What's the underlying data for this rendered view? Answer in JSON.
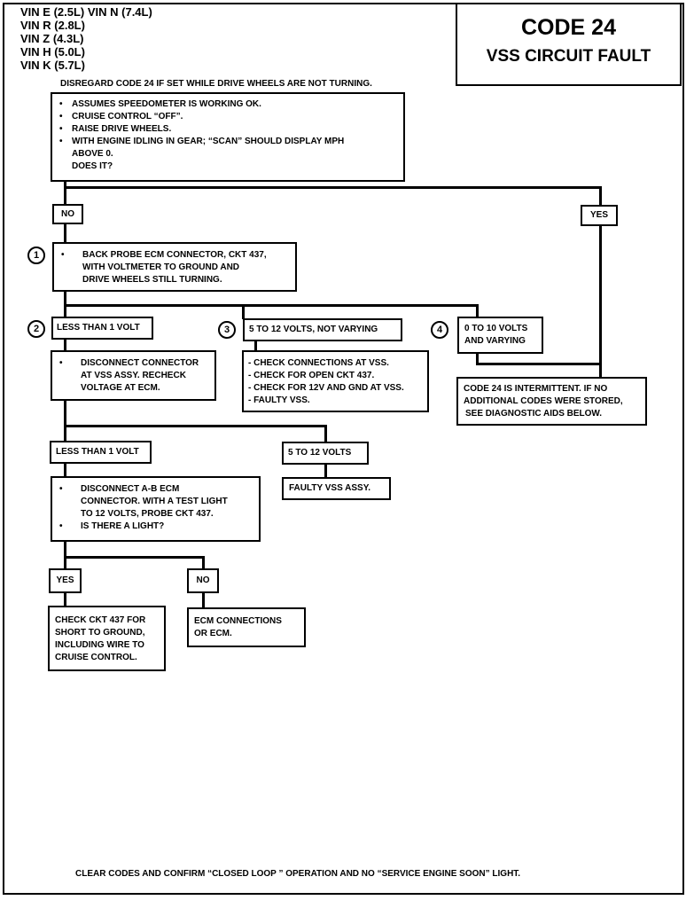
{
  "vin_list": [
    "VIN E (2.5L)  VIN N (7.4L)",
    "VIN R (2.8L)",
    "VIN Z (4.3L)",
    "VIN H (5.0L)",
    "VIN K (5.7L)"
  ],
  "title": {
    "code": "CODE 24",
    "subtitle": "VSS CIRCUIT FAULT"
  },
  "disregard_note": "DISREGARD CODE 24 IF SET WHILE DRIVE WHEELS ARE NOT TURNING.",
  "bullet": "•",
  "initial_check": {
    "line1": "ASSUMES SPEEDOMETER IS WORKING OK.",
    "line2": "CRUISE CONTROL “OFF”.",
    "line3": "RAISE DRIVE WHEELS.",
    "line4": "WITH ENGINE IDLING IN GEAR; “SCAN” SHOULD DISPLAY MPH",
    "line5": "ABOVE 0.",
    "line6": "DOES IT?"
  },
  "answers": {
    "no": "NO",
    "yes": "YES"
  },
  "step1": {
    "number": "1",
    "line1": "BACK PROBE ECM CONNECTOR, CKT 437,",
    "line2": "WITH VOLTMETER TO GROUND AND",
    "line3": "DRIVE WHEELS STILL TURNING."
  },
  "results": {
    "r2": {
      "number": "2",
      "label": "LESS THAN 1 VOLT"
    },
    "r3": {
      "number": "3",
      "label": "5 TO 12 VOLTS, NOT VARYING"
    },
    "r4": {
      "number": "4",
      "line1": "0 TO 10 VOLTS",
      "line2": "AND VARYING"
    }
  },
  "disconnect_vss": {
    "line1": "DISCONNECT CONNECTOR",
    "line2": "AT VSS ASSY.  RECHECK",
    "line3": "VOLTAGE AT ECM."
  },
  "check_vss": {
    "line1": "- CHECK CONNECTIONS AT VSS.",
    "line2": "- CHECK FOR OPEN CKT 437.",
    "line3": "- CHECK FOR 12V AND GND AT VSS.",
    "line4": "- FAULTY VSS."
  },
  "intermittent": {
    "line1": "CODE 24 IS INTERMITTENT.  IF NO",
    "line2": "ADDITIONAL CODES WERE STORED,",
    "line3": "SEE DIAGNOSTIC AIDS BELOW."
  },
  "second_results": {
    "less": "LESS THAN 1 VOLT",
    "more": "5 TO 12 VOLTS"
  },
  "faulty_vss": "FAULTY VSS ASSY.",
  "disconnect_ab": {
    "line1": "DISCONNECT A-B ECM",
    "line2": "CONNECTOR.  WITH A TEST LIGHT",
    "line3": "TO 12 VOLTS, PROBE CKT 437.",
    "line4": "IS THERE A LIGHT?"
  },
  "light_answers": {
    "yes": "YES",
    "no": "NO"
  },
  "check_short": {
    "line1": "CHECK CKT 437 FOR",
    "line2": "SHORT TO GROUND,",
    "line3": "INCLUDING WIRE TO",
    "line4": "CRUISE CONTROL."
  },
  "ecm_connections": {
    "line1": "ECM CONNECTIONS",
    "line2": "OR ECM."
  },
  "footer": "CLEAR CODES AND CONFIRM “CLOSED LOOP ” OPERATION AND NO “SERVICE ENGINE SOON” LIGHT."
}
